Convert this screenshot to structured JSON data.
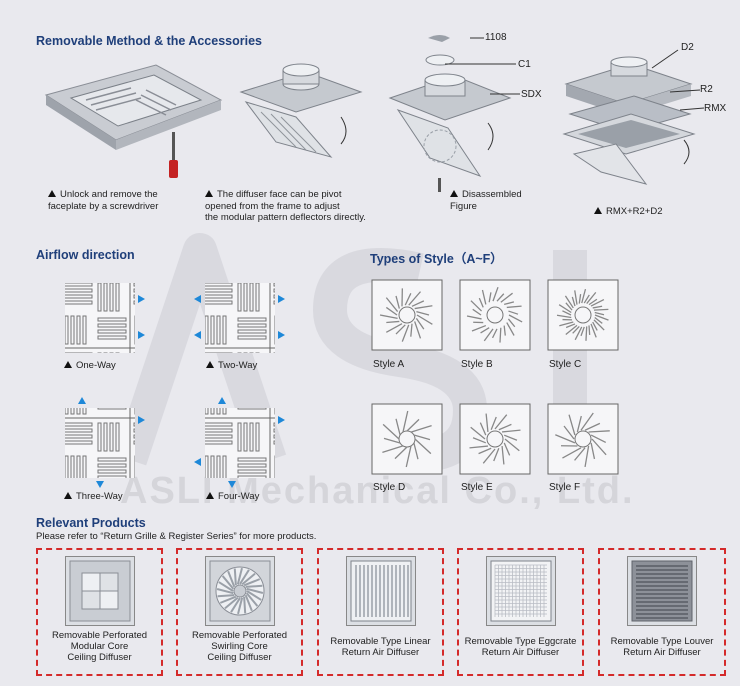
{
  "sections": {
    "removable_title": "Removable Method & the Accessories",
    "airflow_title": "Airflow direction",
    "styles_title": "Types of Style（A~F）",
    "products_title": "Relevant Products",
    "products_note": "Please refer to “Return Grille & Register Series” for more products."
  },
  "removable": {
    "captions": [
      "Unlock and remove the\nfaceplate by a screwdriver",
      "The diffuser face can be pivot\nopened from the frame to adjust\nthe modular pattern deflectors directly.",
      "Disassembled\nFigure",
      "RMX+R2+D2"
    ],
    "callouts": [
      "1108",
      "C1",
      "SDX",
      "D2",
      "R2",
      "RMX"
    ]
  },
  "airflow": {
    "labels": [
      "One-Way",
      "Two-Way",
      "Three-Way",
      "Four-Way"
    ],
    "arrow_color": "#1e88d8"
  },
  "styles": {
    "labels": [
      "Style A",
      "Style B",
      "Style C",
      "Style D",
      "Style E",
      "Style F"
    ]
  },
  "products": {
    "items": [
      {
        "label": "Removable Perforated\nModular Core\nCeiling Diffuser",
        "icon": "perforated-modular-icon"
      },
      {
        "label": "Removable Perforated\nSwirling Core\nCeiling Diffuser",
        "icon": "perforated-swirl-icon"
      },
      {
        "label": "Removable Type Linear\nReturn Air Diffuser",
        "icon": "linear-grille-icon"
      },
      {
        "label": "Removable Type Eggcrate\nReturn Air Diffuser",
        "icon": "eggcrate-grille-icon"
      },
      {
        "label": "Removable Type Louver\nReturn Air Diffuser",
        "icon": "louver-grille-icon"
      }
    ],
    "border_color": "#d42a2a"
  },
  "watermark": {
    "logo": "ASLI",
    "text": "ASLI Mechanical Co., Ltd."
  },
  "colors": {
    "heading": "#1f3f7a",
    "background": "#e9e9ee"
  }
}
